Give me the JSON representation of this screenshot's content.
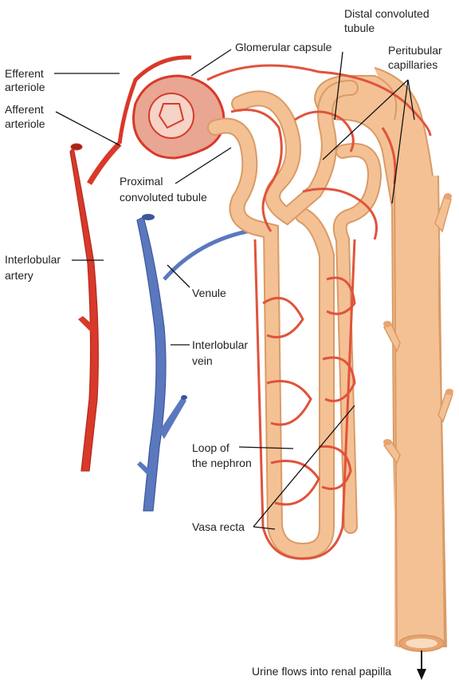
{
  "colors": {
    "artery": "#d8392a",
    "artery_dark": "#b22a1e",
    "vein": "#5b78bf",
    "vein_dark": "#3c5699",
    "tubule": "#f4c195",
    "tubule_edge": "#d99b66",
    "capillary": "#e0533c",
    "capsule": "#e8a693"
  },
  "labels": {
    "efferent_l1": "Efferent",
    "efferent_l2": "arteriole",
    "afferent_l1": "Afferent",
    "afferent_l2": "arteriole",
    "glomerular_capsule": "Glomerular capsule",
    "distal_l1": "Distal convoluted",
    "distal_l2": "tubule",
    "peritubular_l1": "Peritubular",
    "peritubular_l2": "capillaries",
    "proximal_l1": "Proximal",
    "proximal_l2": "convoluted tubule",
    "interlobular_artery_l1": "Interlobular",
    "interlobular_artery_l2": "artery",
    "venule": "Venule",
    "interlobular_vein_l1": "Interlobular",
    "interlobular_vein_l2": "vein",
    "loop_l1": "Loop of",
    "loop_l2": "the nephron",
    "vasa_recta": "Vasa recta",
    "urine": "Urine flows into renal papilla"
  }
}
